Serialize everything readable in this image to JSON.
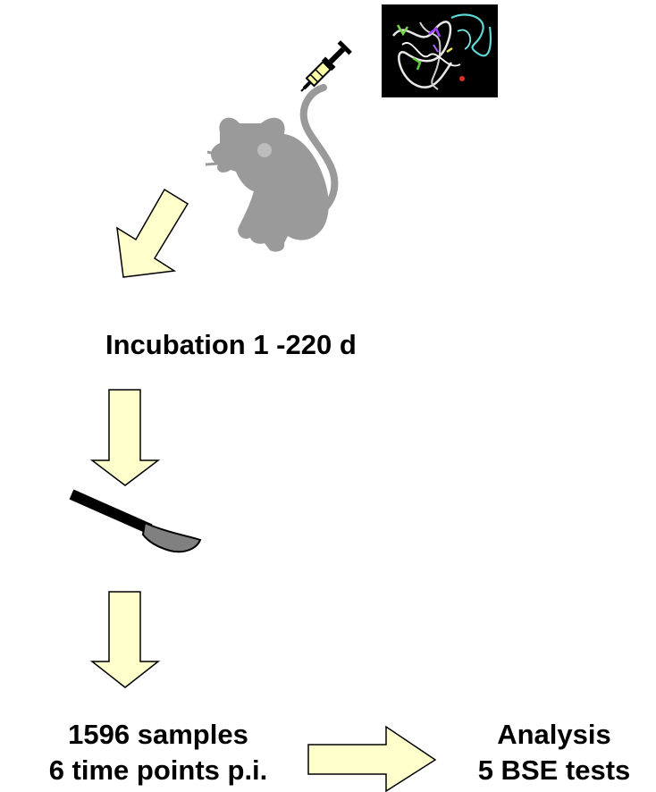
{
  "steps": {
    "incubation": "Incubation 1 -220 d",
    "samples_line1": "1596 samples",
    "samples_line2": "6 time points p.i.",
    "analysis_line1": "Analysis",
    "analysis_line2": "5 BSE tests"
  },
  "colors": {
    "arrow_fill": "#ffffcc",
    "arrow_stroke": "#000000",
    "mouse": "#9a9a9a",
    "protein_bg": "#000000"
  },
  "icons": [
    "syringe-icon",
    "protein-structure-icon",
    "mouse-icon",
    "scalpel-icon"
  ]
}
